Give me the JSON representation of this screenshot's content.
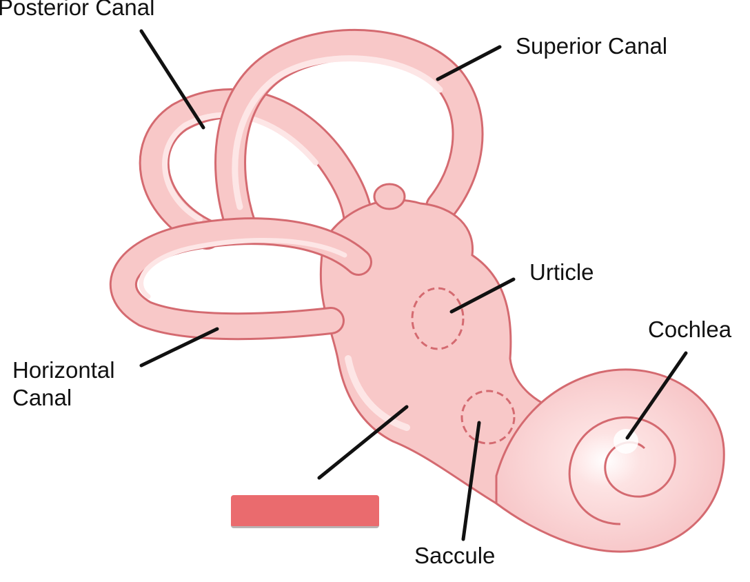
{
  "labels": {
    "posterior_canal": "Posterior Canal",
    "superior_canal": "Superior Canal",
    "urticle": "Urticle",
    "cochlea": "Cochlea",
    "horizontal_canal_line1": "Horizontal",
    "horizontal_canal_line2": "Canal",
    "saccule": "Saccule"
  },
  "colors": {
    "membrane_fill": "#f8c8c8",
    "membrane_stroke": "#d46a70",
    "highlight": "#fde6e6",
    "leader_line": "#111111",
    "answer_mask": "#ea6b6e"
  }
}
